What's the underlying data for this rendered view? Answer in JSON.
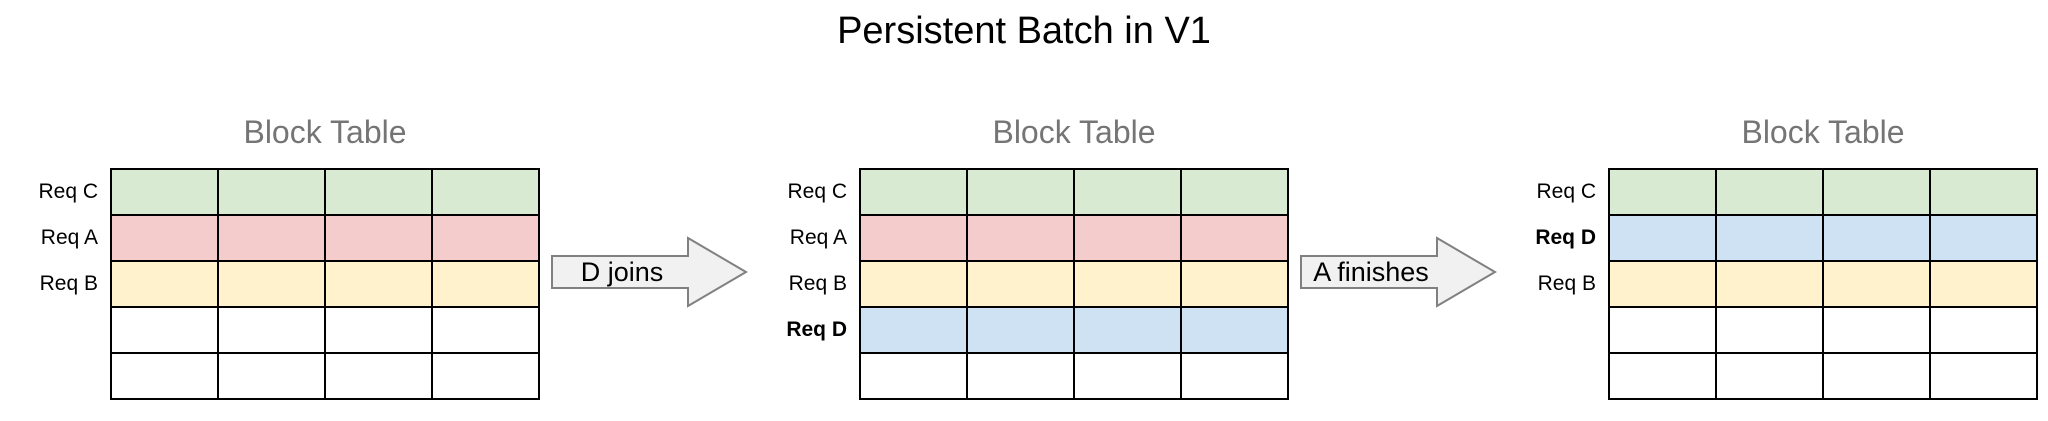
{
  "title": "Persistent Batch in V1",
  "colors": {
    "green": "#d9ead3",
    "red": "#f4cccc",
    "yellow": "#fff2cc",
    "blue": "#cfe2f3",
    "white": "#ffffff"
  },
  "arrow_style": {
    "fill": "#f1f1f1",
    "stroke": "#808080"
  },
  "diagrams": [
    {
      "title": "Block Table",
      "columns": 4,
      "rows": [
        {
          "label": "Req C",
          "bold": false,
          "color": "green"
        },
        {
          "label": "Req A",
          "bold": false,
          "color": "red"
        },
        {
          "label": "Req B",
          "bold": false,
          "color": "yellow"
        },
        {
          "label": "",
          "bold": false,
          "color": "white"
        },
        {
          "label": "",
          "bold": false,
          "color": "white"
        }
      ]
    },
    {
      "title": "Block Table",
      "columns": 4,
      "rows": [
        {
          "label": "Req C",
          "bold": false,
          "color": "green"
        },
        {
          "label": "Req A",
          "bold": false,
          "color": "red"
        },
        {
          "label": "Req B",
          "bold": false,
          "color": "yellow"
        },
        {
          "label": "Req D",
          "bold": true,
          "color": "blue"
        },
        {
          "label": "",
          "bold": false,
          "color": "white"
        }
      ]
    },
    {
      "title": "Block Table",
      "columns": 4,
      "rows": [
        {
          "label": "Req C",
          "bold": false,
          "color": "green"
        },
        {
          "label": "Req D",
          "bold": true,
          "color": "blue"
        },
        {
          "label": "Req B",
          "bold": false,
          "color": "yellow"
        },
        {
          "label": "",
          "bold": false,
          "color": "white"
        },
        {
          "label": "",
          "bold": false,
          "color": "white"
        }
      ]
    }
  ],
  "arrows": [
    {
      "label": "D joins"
    },
    {
      "label": "A finishes"
    }
  ]
}
